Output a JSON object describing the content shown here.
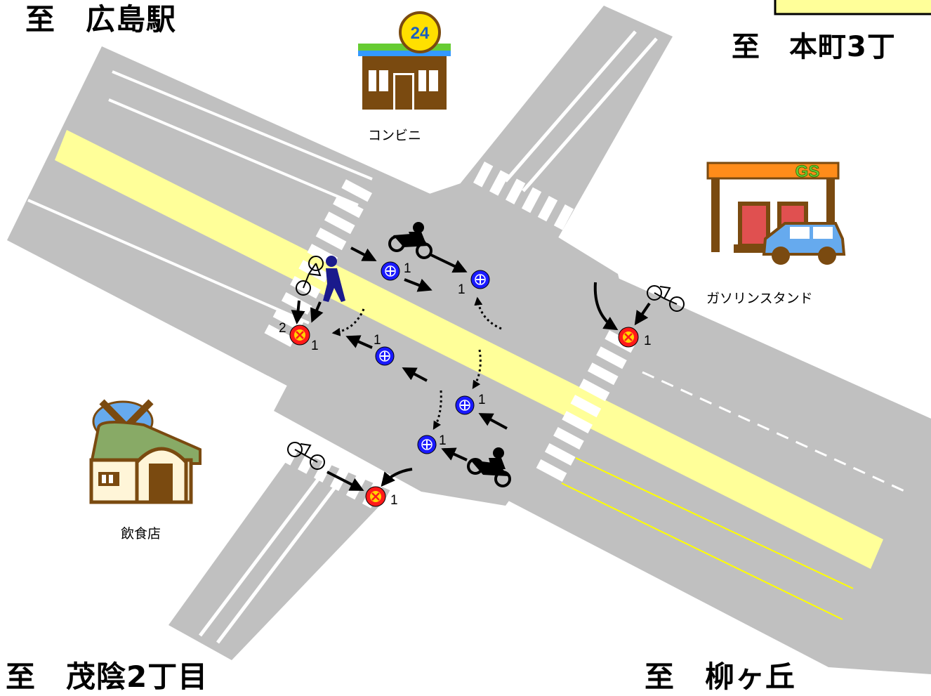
{
  "destinations": {
    "top_left": "至　広島駅",
    "top_right": "至　本町3丁",
    "bottom_left": "至　茂陰2丁目",
    "bottom_right": "至　柳ヶ丘"
  },
  "places": {
    "convenience_store": {
      "label": "コンビニ",
      "badge": "24"
    },
    "gas_station": {
      "label": "ガソリンスタンド",
      "sign": "GS"
    },
    "restaurant": {
      "label": "飲食店"
    }
  },
  "markers": [
    {
      "kind": "minor",
      "count": "1"
    },
    {
      "kind": "minor",
      "count": "1"
    },
    {
      "kind": "minor",
      "count": "1"
    },
    {
      "kind": "minor",
      "count": "1"
    },
    {
      "kind": "minor",
      "count": "1"
    },
    {
      "kind": "major",
      "count": "2"
    },
    {
      "kind": "major",
      "count": "1"
    },
    {
      "kind": "major",
      "count": "1"
    },
    {
      "kind": "major",
      "count": "1"
    }
  ],
  "colors": {
    "road": "#c0c0c0",
    "center_line": "#ffff99",
    "minor_marker": "#1a1aff",
    "major_marker": "#ff1a1a",
    "major_marker_cross": "#ffd400",
    "legend_box": "#ffff99",
    "building_brown": "#7a4a10",
    "gas_roof": "#ff8c1a",
    "gas_sign_text": "#66cc33",
    "car": "#66aaee"
  },
  "icons": [
    "convenience-store-icon",
    "gas-station-icon",
    "restaurant-icon",
    "motorcycle-icon",
    "bicycle-icon",
    "pedestrian-icon"
  ]
}
